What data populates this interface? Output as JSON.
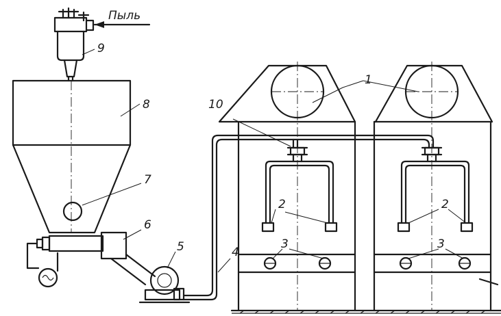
{
  "diagram": {
    "dust_inlet_label": "Пыль",
    "part_numbers": {
      "p1": "1",
      "p2_left": "2",
      "p2_right": "2",
      "p3_left": "3",
      "p3_right": "3",
      "p4": "4",
      "p5": "5",
      "p6": "6",
      "p7": "7",
      "p8": "8",
      "p9": "9",
      "p10": "10"
    }
  }
}
